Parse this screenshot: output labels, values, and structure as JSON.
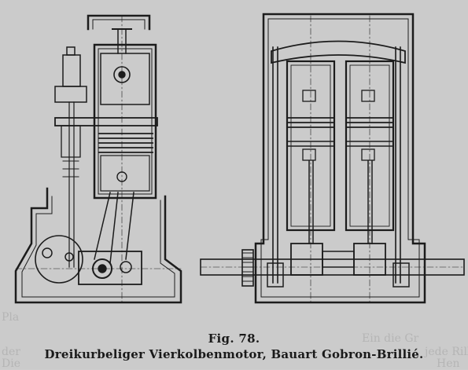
{
  "figure": {
    "number": "Fig. 78.",
    "caption": "Dreikurbeliger Vierkolbenmotor, Bauart Gobron-Brillié."
  },
  "bleed_through": {
    "line1": "Pla",
    "line2": "Ein die Gr",
    "line3": "der",
    "line4": "jede Rill",
    "line5": "Die",
    "line6": "Hen"
  }
}
